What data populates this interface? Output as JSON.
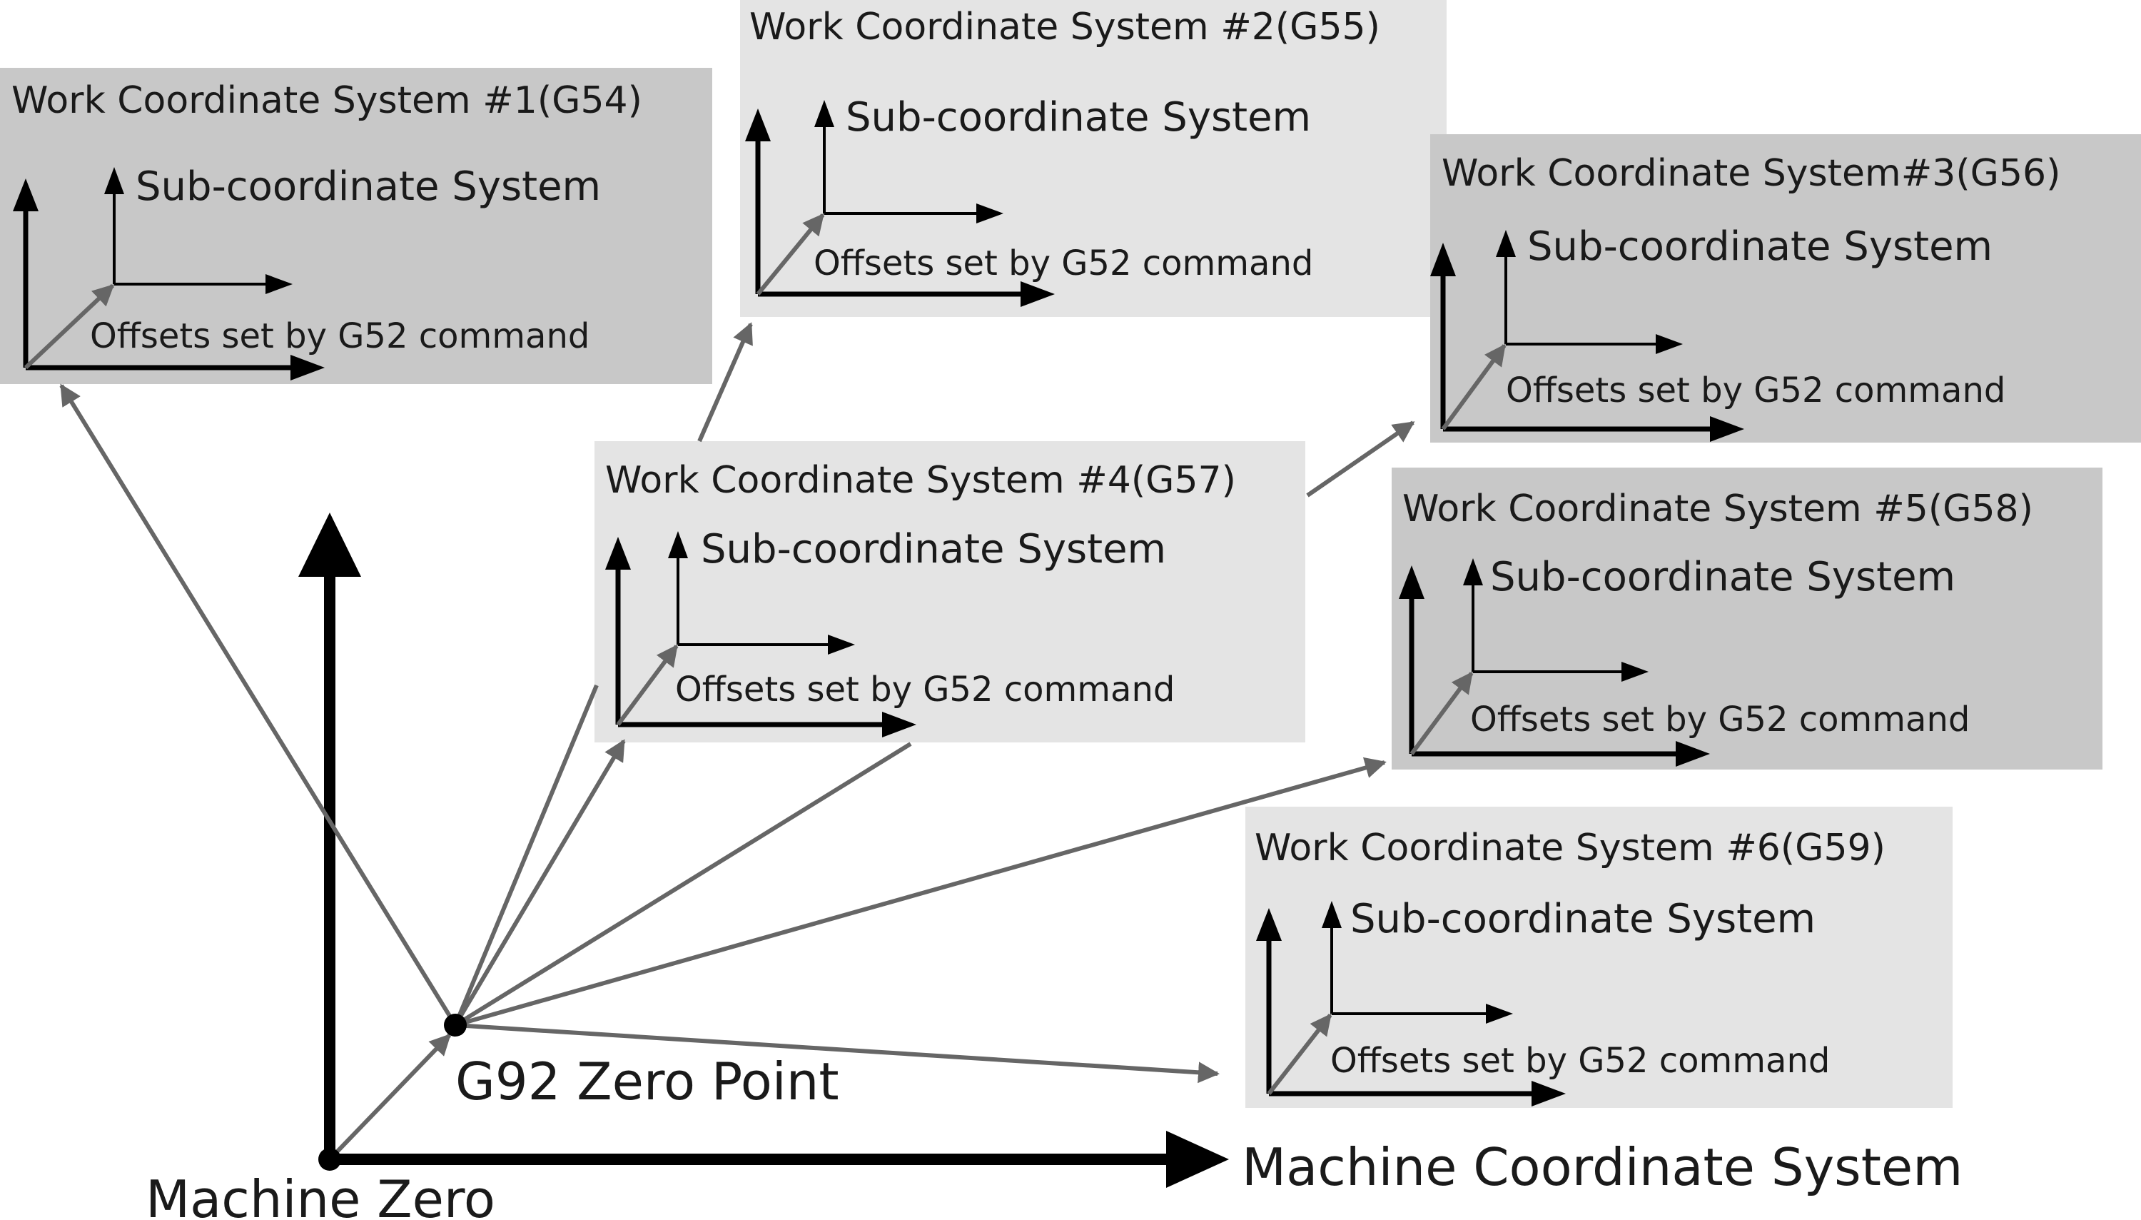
{
  "diagram": {
    "machine_zero_label": "Machine Zero",
    "machine_cs_label": "Machine Coordinate System",
    "g92_label": "G92 Zero Point",
    "colors": {
      "box_dark": "#c8c8c8",
      "box_light": "#e4e4e4",
      "axis": "#000000",
      "vector": "#666666"
    },
    "work_systems": [
      {
        "title": "Work Coordinate System #1(G54)",
        "sub_label": "Sub-coordinate System",
        "offset_label": "Offsets set by G52 command",
        "shade": "dark"
      },
      {
        "title": "Work Coordinate System #2(G55)",
        "sub_label": "Sub-coordinate System",
        "offset_label": "Offsets set by G52 command",
        "shade": "light"
      },
      {
        "title": "Work Coordinate System#3(G56)",
        "sub_label": "Sub-coordinate System",
        "offset_label": "Offsets set by G52 command",
        "shade": "dark"
      },
      {
        "title": "Work Coordinate System #4(G57)",
        "sub_label": "Sub-coordinate System",
        "offset_label": "Offsets set by G52 command",
        "shade": "light"
      },
      {
        "title": "Work Coordinate System #5(G58)",
        "sub_label": "Sub-coordinate System",
        "offset_label": "Offsets set by G52 command",
        "shade": "dark"
      },
      {
        "title": "Work Coordinate System #6(G59)",
        "sub_label": "Sub-coordinate System",
        "offset_label": "Offsets set by G52 command",
        "shade": "light"
      }
    ]
  }
}
